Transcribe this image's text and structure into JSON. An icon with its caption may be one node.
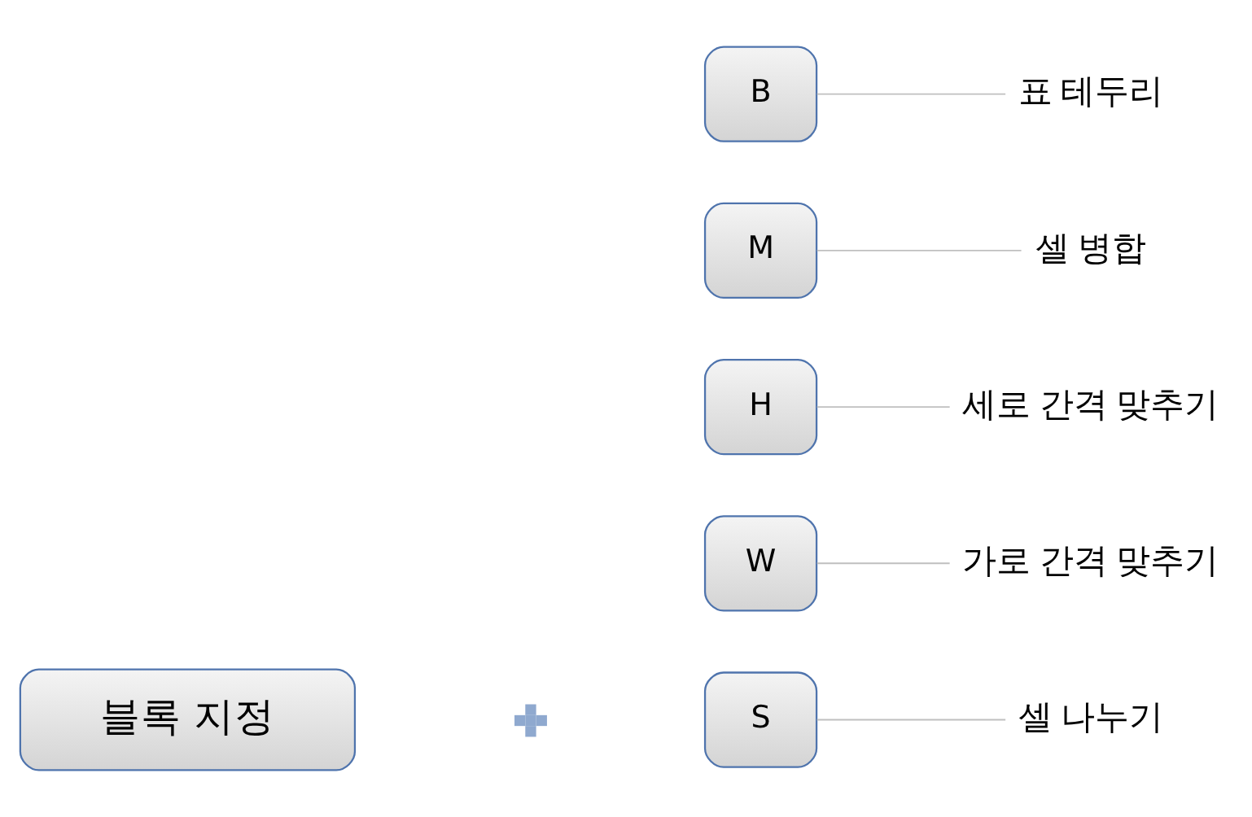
{
  "diagram": {
    "nodes": [
      {
        "text": [
          "블록 지정"
        ]
      },
      {
        "text": [],
        "shape": "plus"
      },
      {
        "text": [
          "W"
        ]
      },
      {
        "text": [
          "가로 간격 맞추기"
        ]
      },
      {
        "text": [
          "H"
        ]
      },
      {
        "text": [
          "세로 간격 맞추기"
        ]
      },
      {
        "text": [
          "S"
        ]
      },
      {
        "text": [
          "셀 나누기"
        ]
      },
      {
        "text": [
          "M"
        ]
      },
      {
        "text": [
          "셀 병합"
        ]
      },
      {
        "text": [
          "B"
        ]
      },
      {
        "text": [
          "표 테두리"
        ]
      }
    ],
    "edges": [
      {
        "from": 2,
        "to": 3,
        "arrow": "none",
        "color": "#bfbfbf"
      },
      {
        "from": 4,
        "to": 5,
        "arrow": "none",
        "color": "#bfbfbf"
      },
      {
        "from": 6,
        "to": 7,
        "arrow": "none",
        "color": "#bfbfbf"
      },
      {
        "from": 8,
        "to": 9,
        "arrow": "none",
        "color": "#bfbfbf"
      },
      {
        "from": 10,
        "to": 11,
        "arrow": "none",
        "color": "#bfbfbf"
      }
    ]
  }
}
